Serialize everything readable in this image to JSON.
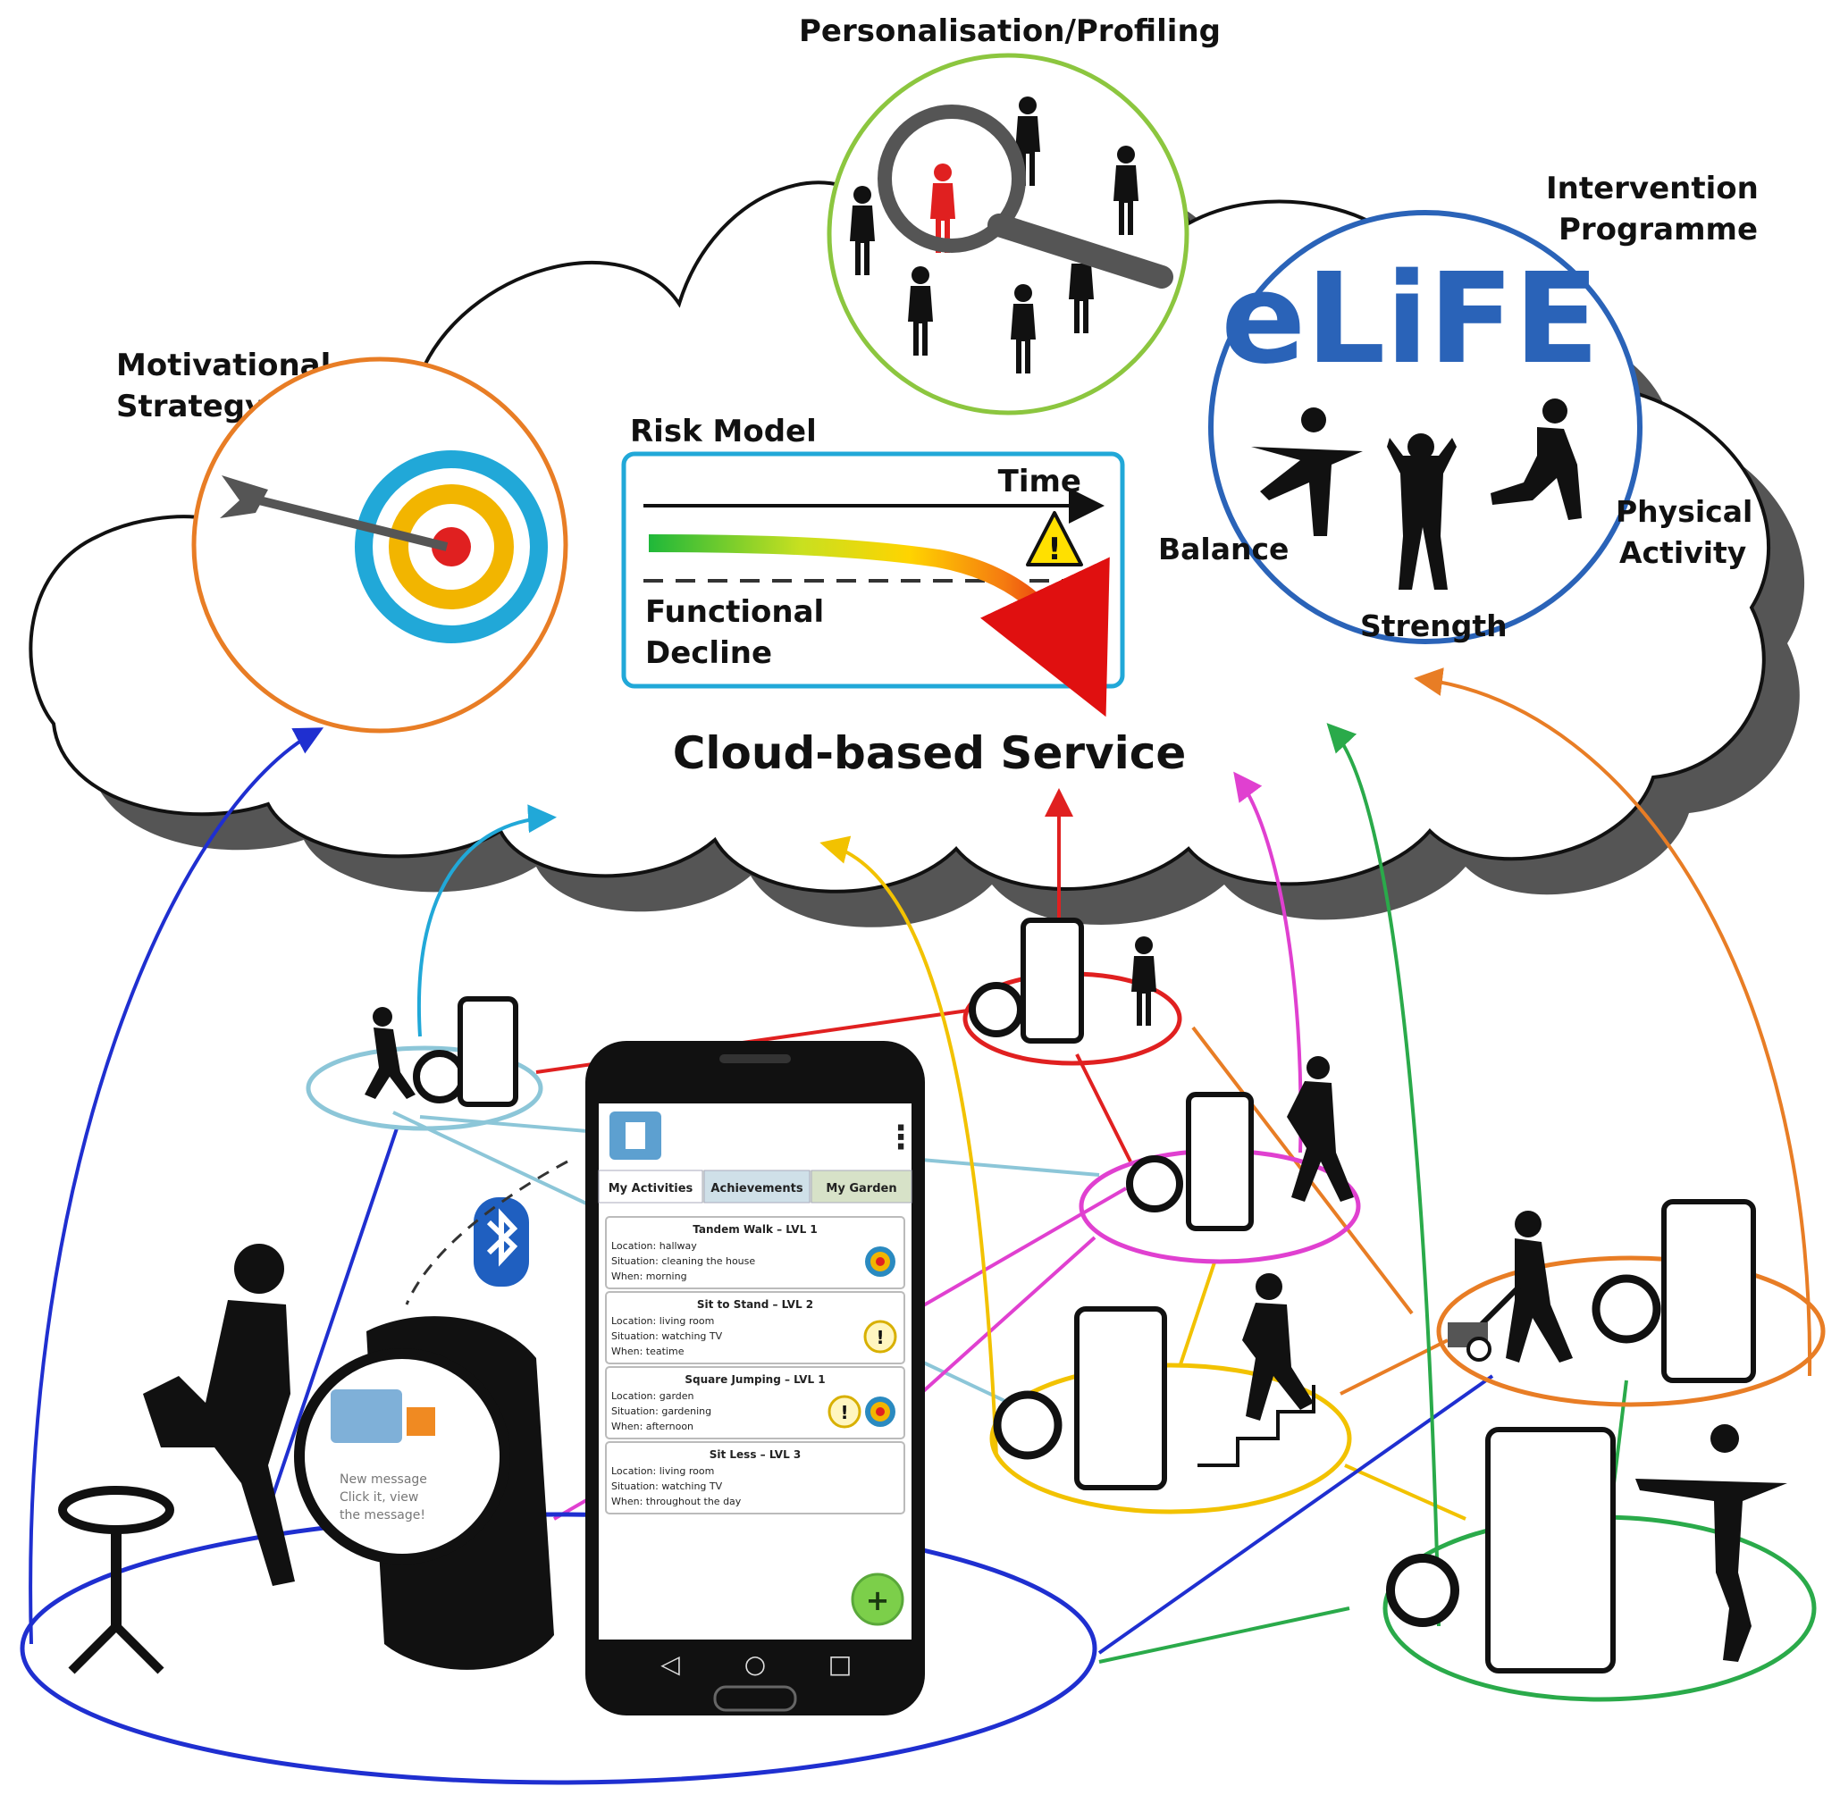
{
  "diagram": {
    "cloud_label": "Cloud-based Service",
    "profiling_label": "Personalisation/Profiling",
    "motivation_label_1": "Motivational",
    "motivation_label_2": "Strategy",
    "risk_model_label": "Risk Model",
    "risk_time_label": "Time",
    "risk_decline_label_1": "Functional",
    "risk_decline_label_2": "Decline",
    "intervention_label_1": "Intervention",
    "intervention_label_2": "Programme",
    "elife_logo_text": "eLiFE",
    "balance_label": "Balance",
    "strength_label": "Strength",
    "physical_label_1": "Physical",
    "physical_label_2": "Activity",
    "warning_symbol": "!"
  },
  "app": {
    "tabs": [
      "My Activities",
      "Achievements",
      "My Garden"
    ],
    "activities": [
      {
        "title": "Tandem Walk – LVL 1",
        "location": "Location: hallway",
        "situation": "Situation: cleaning the house",
        "when": "When: morning"
      },
      {
        "title": "Sit to Stand – LVL 2",
        "location": "Location: living room",
        "situation": "Situation: watching TV",
        "when": "When: teatime"
      },
      {
        "title": "Square Jumping – LVL 1",
        "location": "Location: garden",
        "situation": "Situation: gardening",
        "when": "When: afternoon"
      },
      {
        "title": "Sit Less – LVL 3",
        "location": "Location: living room",
        "situation": "Situation: watching TV",
        "when": "When: throughout the day"
      }
    ],
    "fab_symbol": "+",
    "menu_symbol": "⋮",
    "nav_back": "◁",
    "nav_home": "○",
    "nav_recent": "□"
  },
  "watch": {
    "message_line_1": "New message",
    "message_line_2": "Click it, view",
    "message_line_3": "the message!"
  },
  "colors": {
    "dark_blue": "#1f2fd0",
    "light_blue": "#8cc6d8",
    "red": "#e02020",
    "magenta": "#e040d0",
    "orange": "#e87d25",
    "yellow": "#f2c200",
    "green": "#2aaa4a",
    "cyan": "#21a8d8",
    "elife_blue": "#2a63b8"
  }
}
